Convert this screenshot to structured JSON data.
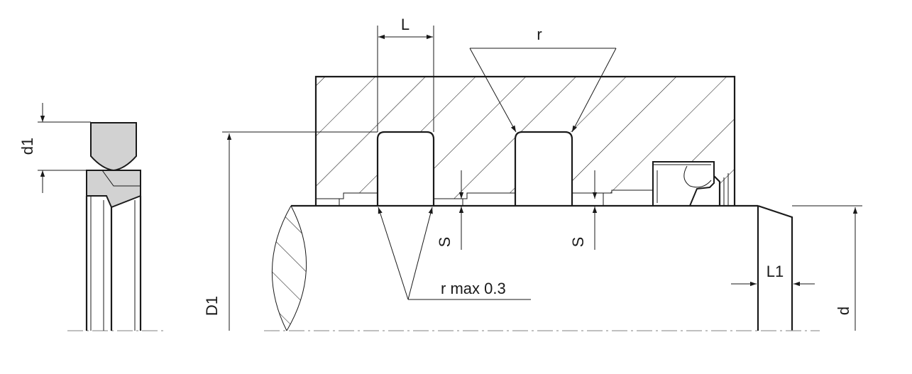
{
  "labels": {
    "d1": "d1",
    "L": "L",
    "r": "r",
    "S_left": "S",
    "S_right": "S",
    "r_max": "r max 0.3",
    "L1": "L1",
    "D1": "D1",
    "d": "d"
  },
  "colors": {
    "line": "#1a1a1a",
    "ring_fill": "#d2d2d2",
    "axis": "#9a9a9a",
    "background": "#ffffff"
  }
}
